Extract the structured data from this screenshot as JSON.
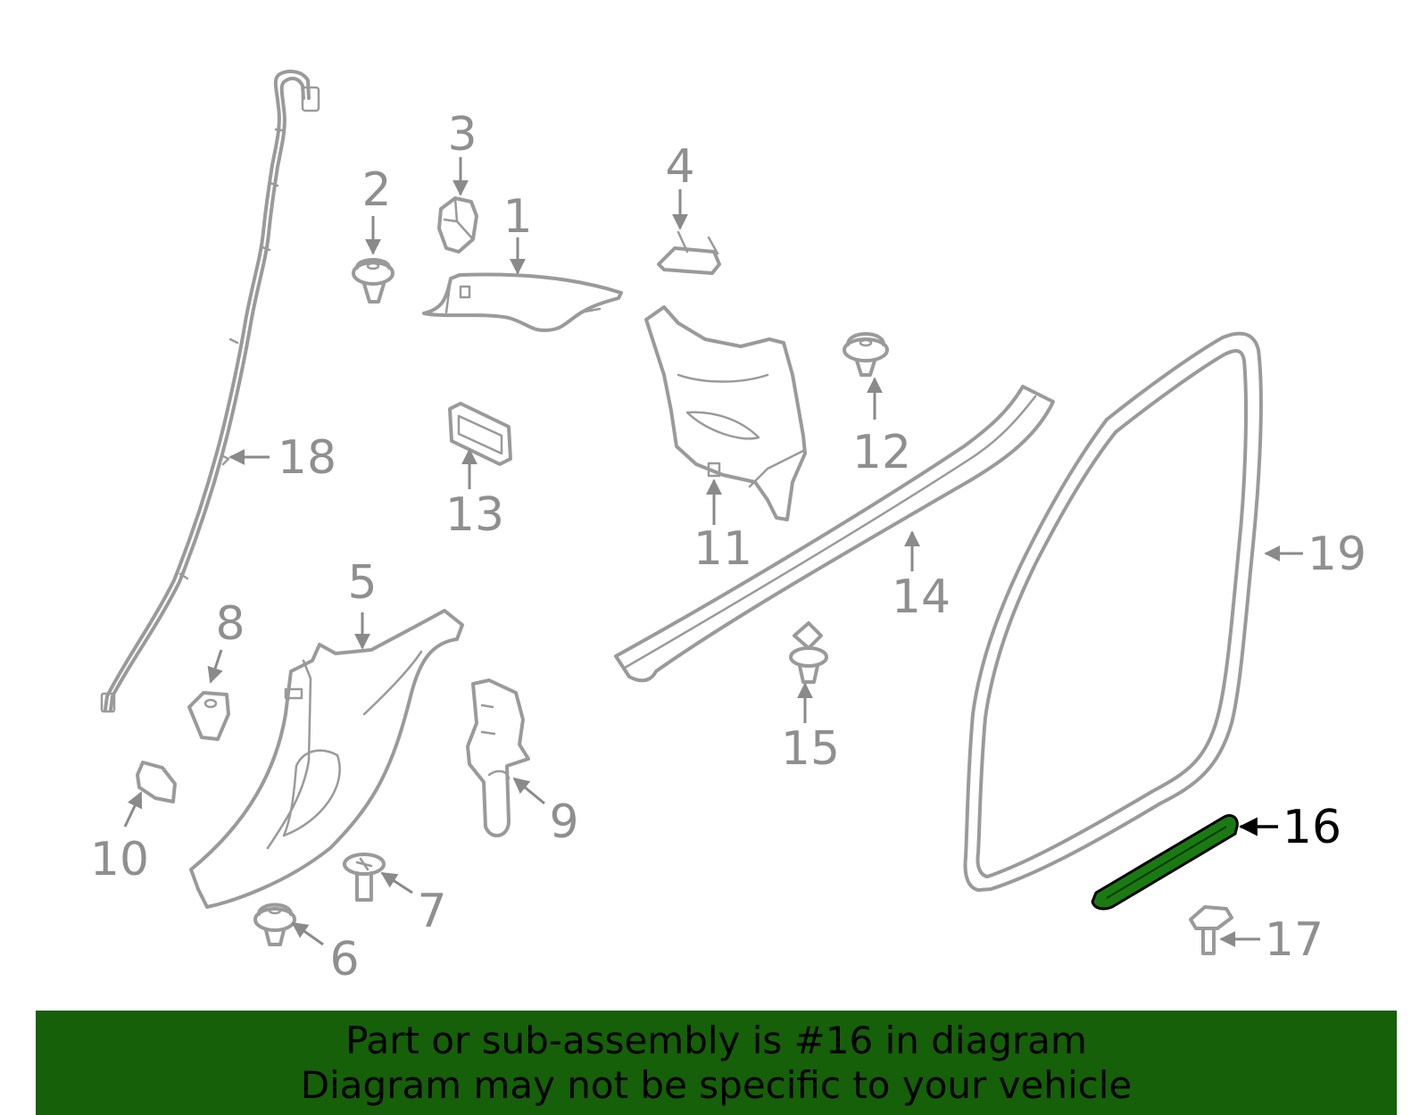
{
  "diagram": {
    "highlight_color": "#1a7a12",
    "part_color": "#9a9a9a",
    "callouts": [
      {
        "id": "1",
        "label": "1"
      },
      {
        "id": "2",
        "label": "2"
      },
      {
        "id": "3",
        "label": "3"
      },
      {
        "id": "4",
        "label": "4"
      },
      {
        "id": "5",
        "label": "5"
      },
      {
        "id": "6",
        "label": "6"
      },
      {
        "id": "7",
        "label": "7"
      },
      {
        "id": "8",
        "label": "8"
      },
      {
        "id": "9",
        "label": "9"
      },
      {
        "id": "10",
        "label": "10"
      },
      {
        "id": "11",
        "label": "11"
      },
      {
        "id": "12",
        "label": "12"
      },
      {
        "id": "13",
        "label": "13"
      },
      {
        "id": "14",
        "label": "14"
      },
      {
        "id": "15",
        "label": "15"
      },
      {
        "id": "16",
        "label": "16"
      },
      {
        "id": "17",
        "label": "17"
      },
      {
        "id": "18",
        "label": "18"
      },
      {
        "id": "19",
        "label": "19"
      }
    ],
    "highlighted_part": "16"
  },
  "banner": {
    "line1": "Part or sub-assembly is #16 in diagram",
    "line2": "Diagram may not be specific to your vehicle",
    "background": "#156008"
  }
}
